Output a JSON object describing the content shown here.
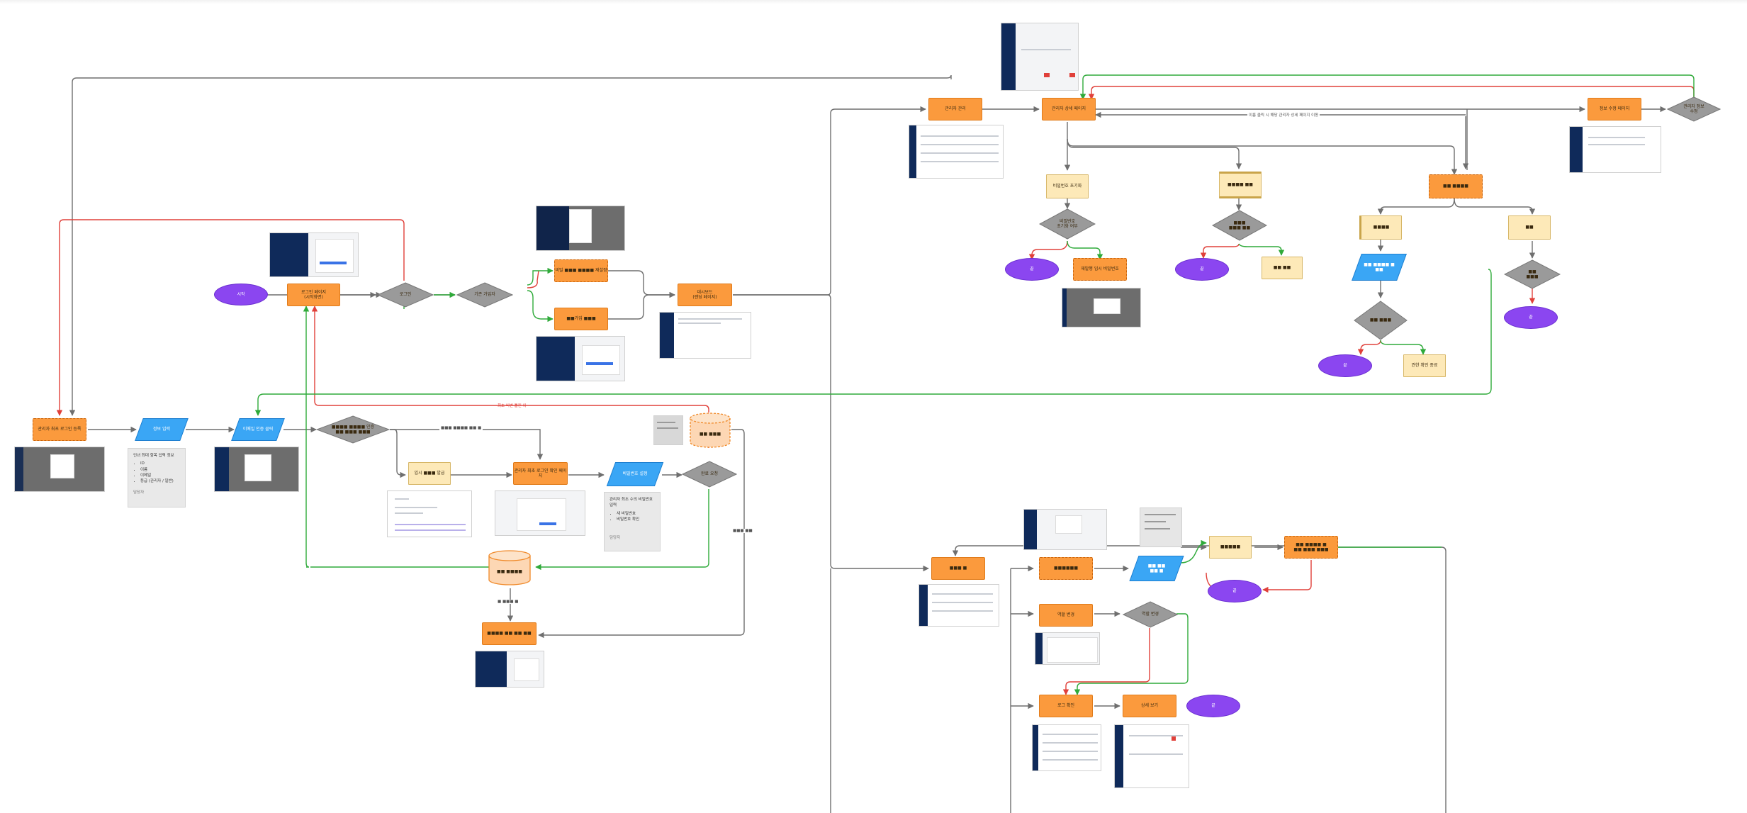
{
  "nodes": {
    "start": "시작",
    "login_page": "로그인 페이지\n(시작화면)",
    "login_q": "로그인",
    "member_q": "기존 가입자",
    "forgot": "비밀 ■■■ ■■■■ 재설정",
    "signup": "■■가입 ■■■",
    "dashboard": "대시보드\n(랜딩 페이지)",
    "admin_reg": "관리자 최초 로그인 등록",
    "info_input": "정보 입력",
    "email_auth": "이메일 인증 클릭",
    "email_q": "■■■■ ■■■■ 인증\n■■ ■■■ ■■■",
    "temp_pw": "임시 ■■■ 발급",
    "admin_verify": "관리자 최초 로그인 확인 페이지",
    "pw_set": "비밀번호 설정",
    "complete_q": "완료 요청",
    "db_save": "■■ ■■■",
    "db_user": "■■ ■■■■",
    "result_page": "■■■■ ■■ ■■ ■■",
    "admin_mgmt": "관리자 관리",
    "admin_detail": "관리자 상세 페이지",
    "info_edit_page": "정보 수정 페이지",
    "admin_info_q": "관리자 정보\n수정",
    "pw_reset": "비밀번호 초기화",
    "pw_reset_q": "비밀번호\n초기화 여부",
    "end1": "끝",
    "pw_reset_done": "재발행 임시 비밀번호",
    "status_change": "■■■■ ■■",
    "status_q": "■■■\n■■■ ■■",
    "end2": "끝",
    "status_done": "■■ ■■",
    "perm_change": "■■ ■■■■",
    "perm_note1": "■■■■",
    "perm_note2": "■■",
    "perm_input": "■■ ■■■■ ■\n■■",
    "perm_q": "■■ ■■■",
    "perm_q2": "■■\n■■■",
    "end3": "끝",
    "end4": "끝",
    "perm_done": "권한 확인 종료",
    "user_mgmt": "■■■ ■",
    "user_list": "■■■■■■",
    "user_input": "■■ ■■\n■■ ■",
    "user_note": "■■■■■",
    "user_result": "■■ ■■■■ ■\n■■ ■■■ ■■■",
    "end5": "끝",
    "user_change": "역할 변경",
    "role_q": "역할 변경",
    "log_view": "로그 확인",
    "log_detail": "상세 보기",
    "end6": "끝"
  },
  "edge_labels": {
    "top_loop": "이름 클릭 시 해당 관리자 상세 페이지 이동",
    "red_loop": "최초 비번 틀린 이",
    "mid_upper": "■■■ ■■■■ ■■ ■",
    "right_side": "■■■ ■■",
    "db_label": "■ ■■■ ■"
  },
  "memos": {
    "memo1": {
      "title": "인녀 최대 항목 입력 정보",
      "items": [
        "ID",
        "이름",
        "이메일",
        "등급 (관리자 / 일반)"
      ],
      "footer": "담당자"
    },
    "memo2": {
      "title": "관리자 최초 수의 비밀번호 입력",
      "items": [
        "새 비밀번호",
        "비밀번호 확인"
      ],
      "footer": "담당자"
    }
  },
  "colors": {
    "process": "#fb9a3d",
    "note": "#fde9b8",
    "terminator": "#8b46f0",
    "io": "#3aa6f5",
    "decision": "#9a9a9a",
    "edge_gray": "#6f6f6f",
    "edge_red": "#e0403a",
    "edge_green": "#2faa3a"
  }
}
